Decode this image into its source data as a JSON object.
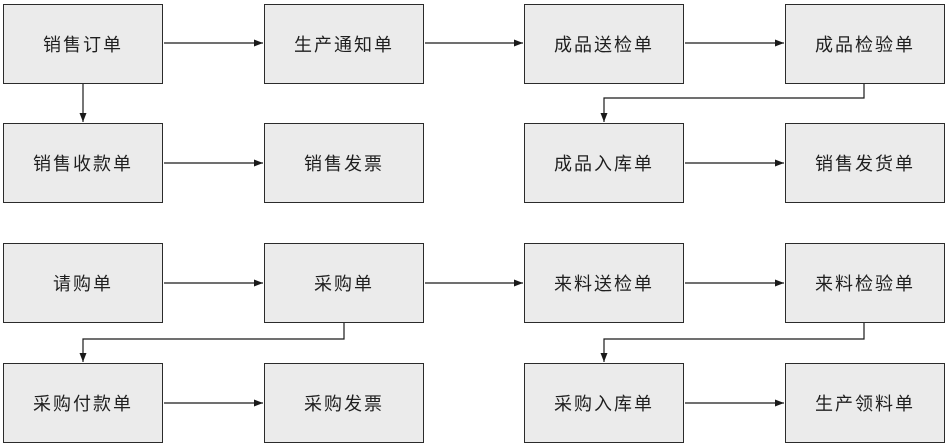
{
  "diagram": {
    "type": "flowchart",
    "colors": {
      "background": "#ffffff",
      "node_fill": "#ebebeb",
      "node_border": "#2b2b2b",
      "line_color": "#1a1a1a",
      "text_color": "#1f1f1f"
    },
    "nodes": [
      {
        "id": "sales-order",
        "label": "销售订单",
        "row": 1,
        "col": 1
      },
      {
        "id": "production-notice",
        "label": "生产通知单",
        "row": 1,
        "col": 2
      },
      {
        "id": "finished-goods-inspection-request",
        "label": "成品送检单",
        "row": 1,
        "col": 3
      },
      {
        "id": "finished-goods-inspection-report",
        "label": "成品检验单",
        "row": 1,
        "col": 4
      },
      {
        "id": "sales-receipt",
        "label": "销售收款单",
        "row": 2,
        "col": 1
      },
      {
        "id": "sales-invoice",
        "label": "销售发票",
        "row": 2,
        "col": 2
      },
      {
        "id": "finished-goods-warehouse-in",
        "label": "成品入库单",
        "row": 2,
        "col": 3
      },
      {
        "id": "sales-delivery-note",
        "label": "销售发货单",
        "row": 2,
        "col": 4
      },
      {
        "id": "purchase-requisition",
        "label": "请购单",
        "row": 3,
        "col": 1
      },
      {
        "id": "purchase-order",
        "label": "采购单",
        "row": 3,
        "col": 2
      },
      {
        "id": "incoming-inspection-request",
        "label": "来料送检单",
        "row": 3,
        "col": 3
      },
      {
        "id": "incoming-inspection-report",
        "label": "来料检验单",
        "row": 3,
        "col": 4
      },
      {
        "id": "purchase-payment",
        "label": "采购付款单",
        "row": 4,
        "col": 1
      },
      {
        "id": "purchase-invoice",
        "label": "采购发票",
        "row": 4,
        "col": 2
      },
      {
        "id": "purchase-warehouse-in",
        "label": "采购入库单",
        "row": 4,
        "col": 3
      },
      {
        "id": "production-material-requisition",
        "label": "生产领料单",
        "row": 4,
        "col": 4
      }
    ],
    "edges": [
      {
        "from": "sales-order",
        "to": "production-notice"
      },
      {
        "from": "production-notice",
        "to": "finished-goods-inspection-request"
      },
      {
        "from": "finished-goods-inspection-request",
        "to": "finished-goods-inspection-report"
      },
      {
        "from": "sales-order",
        "to": "sales-receipt"
      },
      {
        "from": "finished-goods-inspection-report",
        "to": "finished-goods-warehouse-in"
      },
      {
        "from": "sales-receipt",
        "to": "sales-invoice"
      },
      {
        "from": "finished-goods-warehouse-in",
        "to": "sales-delivery-note"
      },
      {
        "from": "purchase-requisition",
        "to": "purchase-order"
      },
      {
        "from": "purchase-order",
        "to": "incoming-inspection-request"
      },
      {
        "from": "incoming-inspection-request",
        "to": "incoming-inspection-report"
      },
      {
        "from": "purchase-order",
        "to": "purchase-payment"
      },
      {
        "from": "incoming-inspection-report",
        "to": "purchase-warehouse-in"
      },
      {
        "from": "purchase-payment",
        "to": "purchase-invoice"
      },
      {
        "from": "purchase-warehouse-in",
        "to": "production-material-requisition"
      }
    ]
  }
}
